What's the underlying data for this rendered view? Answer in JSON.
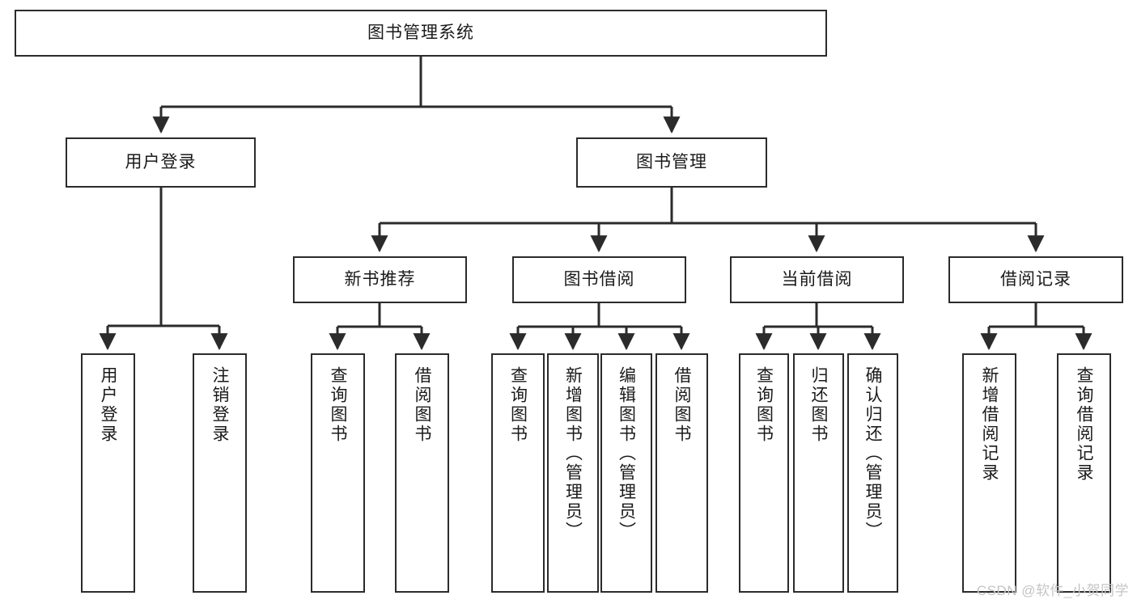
{
  "diagram": {
    "type": "tree-hierarchy",
    "title": "图书管理系统",
    "orientation": "top-down",
    "colors": {
      "background": "#ffffff",
      "node_border": "#2b2b2b",
      "node_fill": "#ffffff",
      "connector": "#2b2b2b",
      "text": "#1a1a1a",
      "watermark": "#c4c4c4"
    },
    "root": {
      "label": "图书管理系统"
    },
    "level2": [
      {
        "label": "用户登录"
      },
      {
        "label": "图书管理"
      }
    ],
    "level3": [
      {
        "label": "新书推荐"
      },
      {
        "label": "图书借阅"
      },
      {
        "label": "当前借阅"
      },
      {
        "label": "借阅记录"
      }
    ],
    "leaves": {
      "user_login": [
        {
          "label": "用户登录"
        },
        {
          "label": "注销登录"
        }
      ],
      "new_book_recommend": [
        {
          "label": "查询图书"
        },
        {
          "label": "借阅图书"
        }
      ],
      "book_borrow": [
        {
          "label": "查询图书"
        },
        {
          "label": "新增图书（管理员）"
        },
        {
          "label": "编辑图书（管理员）"
        },
        {
          "label": "借阅图书"
        }
      ],
      "current_borrow": [
        {
          "label": "查询图书"
        },
        {
          "label": "归还图书"
        },
        {
          "label": "确认归还（管理员）"
        }
      ],
      "borrow_record": [
        {
          "label": "新增借阅记录"
        },
        {
          "label": "查询借阅记录"
        }
      ]
    }
  },
  "watermark": {
    "text": "CSDN @软件_小贺同学"
  }
}
